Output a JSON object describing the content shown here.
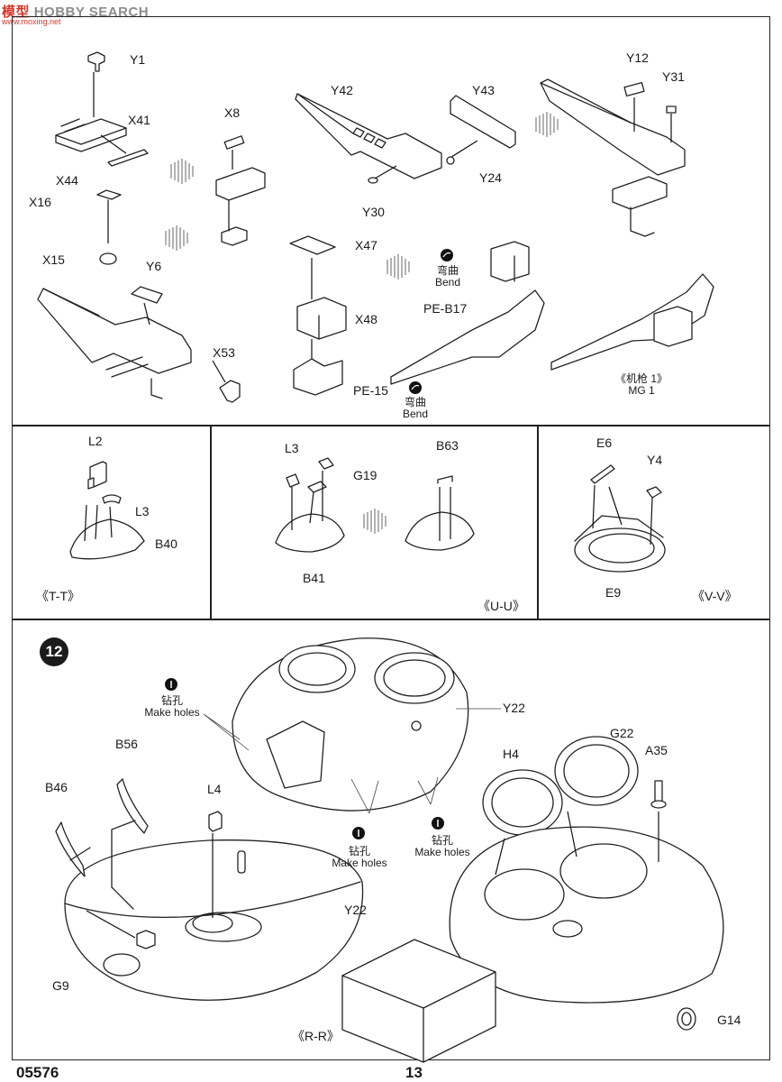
{
  "watermark": {
    "brand_red": "模型",
    "brand_grey": "HOBBY SEARCH",
    "site": "www.moxing.net"
  },
  "upper": {
    "labels": {
      "y1": "Y1",
      "x41": "X41",
      "x44": "X44",
      "x16": "X16",
      "x15": "X15",
      "x8": "X8",
      "y42": "Y42",
      "y43": "Y43",
      "y24": "Y24",
      "y30": "Y30",
      "y12": "Y12",
      "y31": "Y31",
      "y6": "Y6",
      "x53": "X53",
      "x47": "X47",
      "x48": "X48",
      "pe15": "PE-15",
      "peb17": "PE-B17"
    },
    "bend1_cn": "弯曲",
    "bend1_en": "Bend",
    "bend2_cn": "弯曲",
    "bend2_en": "Bend",
    "mg_caption_cn": "《机枪 1》",
    "mg_caption_en": "MG 1"
  },
  "middle": {
    "tt": {
      "l2": "L2",
      "l3": "L3",
      "b40": "B40",
      "caption": "《T-T》"
    },
    "uu": {
      "l3": "L3",
      "g19": "G19",
      "b41": "B41",
      "b63": "B63",
      "caption": "《U-U》"
    },
    "vv": {
      "e6": "E6",
      "y4": "Y4",
      "e9": "E9",
      "caption": "《V-V》"
    }
  },
  "step12": {
    "number": "12",
    "labels": {
      "y22_top": "Y22",
      "b56": "B56",
      "b46": "B46",
      "l4": "L4",
      "y22_mid": "Y22",
      "g9": "G9",
      "h4": "H4",
      "g22": "G22",
      "a35": "A35",
      "g14": "G14"
    },
    "holes_left_cn": "钻孔",
    "holes_left_en": "Make holes",
    "holes_mid_cn": "钻孔",
    "holes_mid_en": "Make holes",
    "holes_right_cn": "钻孔",
    "holes_right_en": "Make holes",
    "rr_caption": "《R-R》"
  },
  "footer": {
    "code": "05576",
    "page_number": "13"
  },
  "colors": {
    "ink": "#222222",
    "paper": "#ffffff",
    "watermark_red": "#d2362a"
  }
}
